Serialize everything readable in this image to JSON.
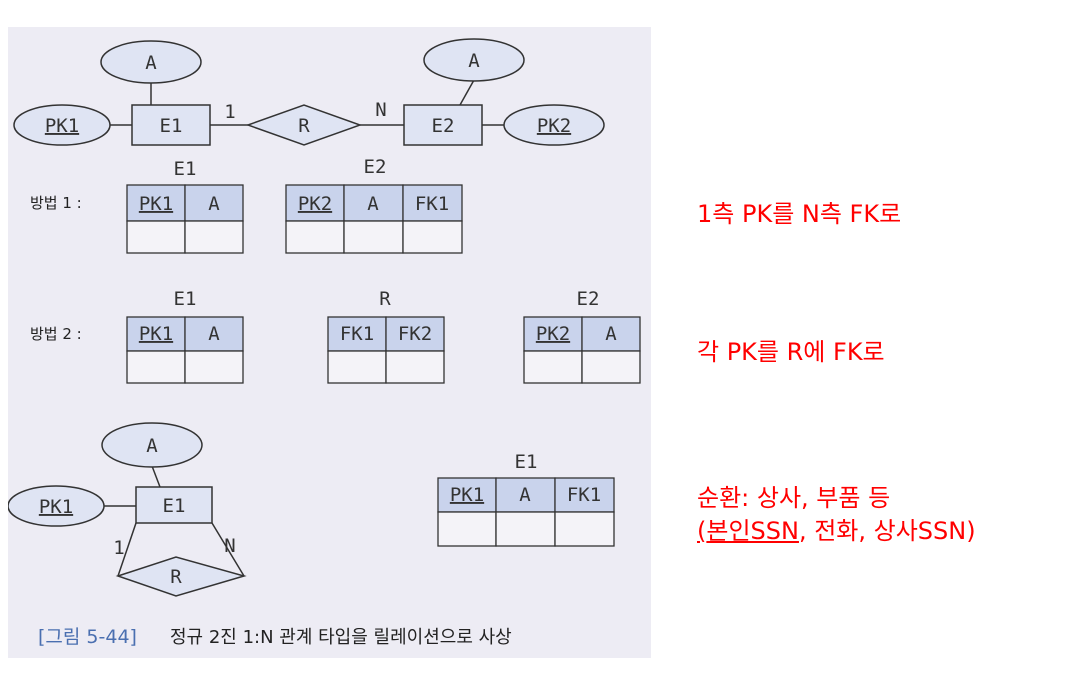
{
  "diagram": {
    "e1": "E1",
    "e2": "E2",
    "relation": "R",
    "attr_a": "A",
    "pk1": "PK1",
    "pk2": "PK2",
    "fk1": "FK1",
    "fk2": "FK2",
    "card_one": "1",
    "card_n": "N",
    "method1_label": "방법 1 :",
    "method2_label": "방법 2 :"
  },
  "caption": {
    "number": "[그림 5-44]",
    "text": "정규 2진 1:N 관계 타입을 릴레이션으로 사상"
  },
  "notes": {
    "method1": "1측 PK를 N측 FK로",
    "method2": "각 PK를 R에 FK로",
    "recursive_line1": "순환: 상사, 부품 등",
    "recursive_line2_open": "(",
    "recursive_line2_key": "본인SSN",
    "recursive_line2_rest": ", 전화, 상사SSN)"
  },
  "colors": {
    "note": "#ff0000",
    "entity_fill": "#dfe4f3",
    "header_fill": "#c9d3ec",
    "scan_background": "#edecf4"
  }
}
